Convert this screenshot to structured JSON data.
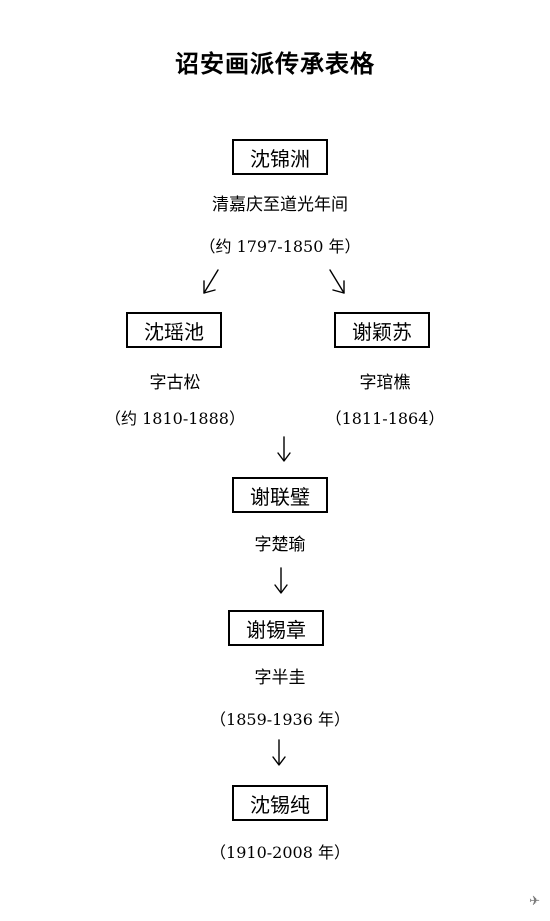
{
  "title": "诏安画派传承表格",
  "nodes": {
    "shen_jinzhou": {
      "name": "沈锦洲",
      "era": "清嘉庆至道光年间",
      "dates": "（约 1797-1850 年）"
    },
    "shen_yaochi": {
      "name": "沈瑶池",
      "courtesy": "字古松",
      "dates": "（约 1810-1888）"
    },
    "xie_yingsu": {
      "name": "谢颖苏",
      "courtesy": "字琯樵",
      "dates": "（1811-1864）"
    },
    "xie_lianbi": {
      "name": "谢联璧",
      "courtesy": "字楚瑜"
    },
    "xie_xizhang": {
      "name": "谢锡章",
      "courtesy": "字半圭",
      "dates": "（1859-1936 年）"
    },
    "shen_xichun": {
      "name": "沈锡纯",
      "dates": "（1910-2008 年）"
    }
  },
  "watermark": "✈"
}
